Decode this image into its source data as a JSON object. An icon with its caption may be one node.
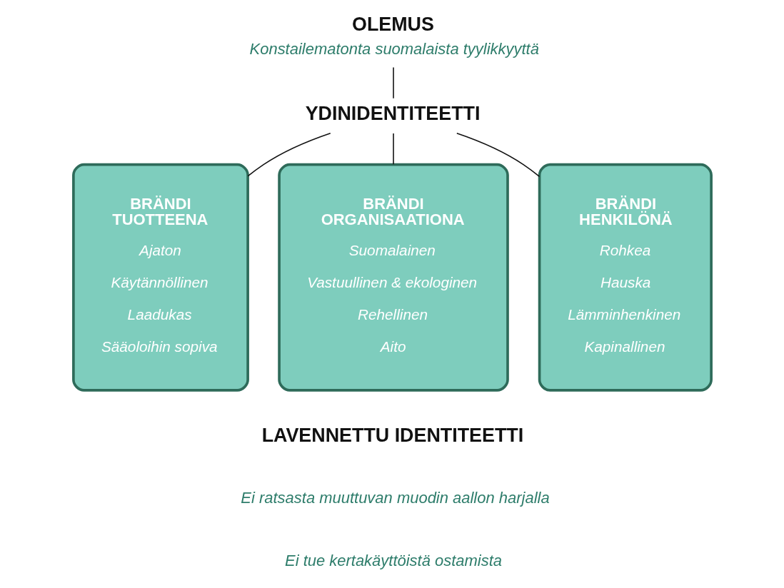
{
  "diagram": {
    "nodes": [
      {
        "text": [
          "OLEMUS",
          "Konstailematonta suomalaista tyylikkyyttä"
        ]
      },
      {
        "text": [
          "YDINIDENTITEETTI"
        ]
      },
      {
        "text": [
          "BRÄNDI TUOTTEENA",
          "Ajaton",
          "Käytännöllinen",
          "Laadukas",
          "Sääoloihin sopiva"
        ]
      },
      {
        "text": [
          "BRÄNDI ORGANISAATIONA",
          "Suomalainen",
          "Vastuullinen & ekologinen",
          "Rehellinen",
          "Aito"
        ]
      },
      {
        "text": [
          "BRÄNDI HENKILÖNÄ",
          "Rohkea",
          "Hauska",
          "Lämminhenkinen",
          "Kapinallinen"
        ]
      }
    ],
    "edges": [
      {
        "from": 0,
        "to": 1,
        "arrow": "none"
      },
      {
        "from": 1,
        "to": 2,
        "arrow": "none"
      },
      {
        "from": 1,
        "to": 3,
        "arrow": "none"
      },
      {
        "from": 1,
        "to": 4,
        "arrow": "none"
      }
    ],
    "labels": [
      "LAVENNETTU IDENTITEETTI",
      "Ei ratsasta muuttuvan muodin aallon harjalla",
      "Ei tue kertakäyttöistä ostamista"
    ]
  }
}
